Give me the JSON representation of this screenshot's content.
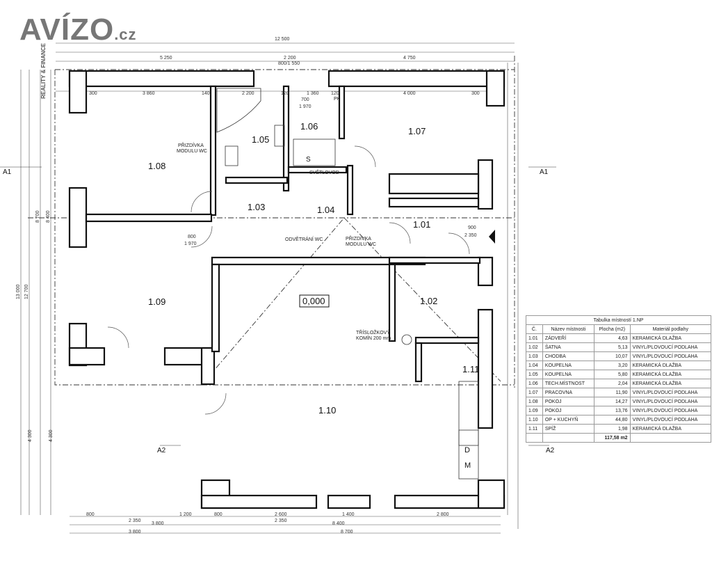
{
  "logo": {
    "text": "AVÍZO",
    "suffix": ".cz",
    "side": "REALITY & FINANCE"
  },
  "rooms": [
    {
      "id": "1.08"
    },
    {
      "id": "1.05"
    },
    {
      "id": "1.06"
    },
    {
      "id": "1.07"
    },
    {
      "id": "1.03"
    },
    {
      "id": "1.04"
    },
    {
      "id": "1.01"
    },
    {
      "id": "1.09"
    },
    {
      "id": "1.02"
    },
    {
      "id": "1.11"
    },
    {
      "id": "1.10"
    }
  ],
  "level": "0,000",
  "section_marks": {
    "a1": "A1",
    "a2": "A2"
  },
  "dims_top": [
    "12 500",
    "5 250",
    "2 200",
    "800/1 550",
    "4 750"
  ],
  "dims_inner_top": [
    "300",
    "3 860",
    "140",
    "2 200",
    "120",
    "1 360",
    "120",
    "4 000",
    "300"
  ],
  "dims_bottom": [
    "800",
    "1 200",
    "800",
    "2 600",
    "1 400",
    "2 800",
    "2 350",
    "3 800",
    "2 350",
    "8 400",
    "3 800",
    "8 700"
  ],
  "dims_left": [
    "13 000",
    "12 700",
    "8 700",
    "8 400",
    "4 300",
    "4 300"
  ],
  "labels": {
    "przidivka_1": "PŘIZDÍVKA",
    "modulu_wc_1": "MODULU WC",
    "przidivka_2": "PŘIZDÍVKA",
    "modulu_wc_2": "MODULU WC",
    "odvetrani": "ODVĚTRÁNÍ WC",
    "svetlovod": "SVĚTLOVOD",
    "trislozkovy": "TŘÍSLOŽKOVÝ",
    "komin": "KOMÍN 200 mm",
    "pk": "PK",
    "s": "S",
    "d": "D",
    "m": "M"
  },
  "door_dims": [
    "700",
    "1 970",
    "800",
    "1 970",
    "900",
    "2 350"
  ],
  "table": {
    "caption": "Tabulka místností 1.NP",
    "headers": [
      "Č.",
      "Název místnosti",
      "Plocha (m2)",
      "Materiál podlahy"
    ],
    "rows": [
      [
        "1.01",
        "ZÁDVEŘÍ",
        "4,63",
        "KERAMICKÁ DLAŽBA"
      ],
      [
        "1.02",
        "ŠATNA",
        "5,13",
        "VINYL/PLOVOUCÍ PODLAHA"
      ],
      [
        "1.03",
        "CHODBA",
        "10,07",
        "VINYL/PLOVOUCÍ PODLAHA"
      ],
      [
        "1.04",
        "KOUPELNA",
        "3,20",
        "KERAMICKÁ DLAŽBA"
      ],
      [
        "1.05",
        "KOUPELNA",
        "5,80",
        "KERAMICKÁ DLAŽBA"
      ],
      [
        "1.06",
        "TECH.MÍSTNOST",
        "2,04",
        "KERAMICKÁ DLAŽBA"
      ],
      [
        "1.07",
        "PRACOVNA",
        "11,90",
        "VINYL/PLOVOUCÍ PODLAHA"
      ],
      [
        "1.08",
        "POKOJ",
        "14,27",
        "VINYL/PLOVOUCÍ PODLAHA"
      ],
      [
        "1.09",
        "POKOJ",
        "13,76",
        "VINYL/PLOVOUCÍ PODLAHA"
      ],
      [
        "1.10",
        "OP + KUCHYŇ",
        "44,80",
        "VINYL/PLOVOUCÍ PODLAHA"
      ],
      [
        "1.11",
        "SPÍŽ",
        "1,98",
        "KERAMICKÁ DLAŽBA"
      ]
    ],
    "total": "117,58 m2"
  }
}
